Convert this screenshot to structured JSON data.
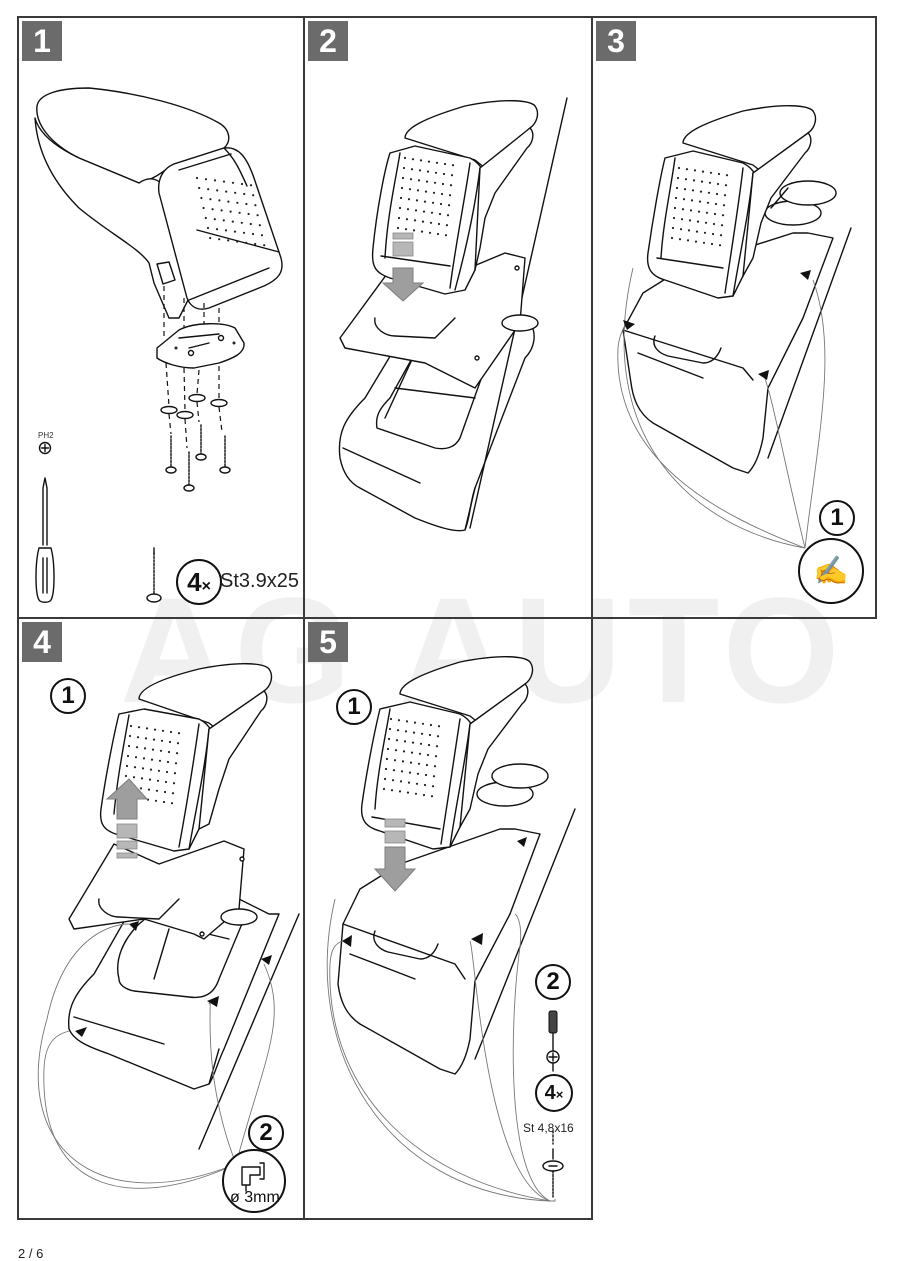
{
  "document": {
    "watermark": "AG AUTO",
    "page_number": "2 / 6"
  },
  "steps": [
    {
      "number": "1",
      "tool_label": "PH2",
      "screw_quantity": "4",
      "quantity_suffix": "×",
      "screw_spec": "St3.9x25",
      "description_icons": [
        "armrest-icon",
        "mounting-bracket-icon",
        "washer-icon",
        "screw-icon",
        "phillips-screwdriver-icon"
      ]
    },
    {
      "number": "2",
      "description_icons": [
        "armrest-icon",
        "down-arrow-icon",
        "bracket-plate-icon",
        "center-console-icon"
      ]
    },
    {
      "number": "3",
      "substep": "1",
      "description_icons": [
        "armrest-icon",
        "center-console-icon",
        "marking-pen-icon",
        "mark-point-arrow-icon"
      ]
    },
    {
      "number": "4",
      "substep_1": "1",
      "substep_2": "2",
      "drill_spec": "ø 3mm",
      "description_icons": [
        "armrest-icon",
        "up-arrow-icon",
        "center-console-icon",
        "drill-icon"
      ]
    },
    {
      "number": "5",
      "substep_1": "1",
      "substep_2": "2",
      "screw_quantity": "4",
      "quantity_suffix": "×",
      "screw_spec": "St 4,8x16",
      "description_icons": [
        "armrest-icon",
        "down-arrow-icon",
        "center-console-icon",
        "screwdriver-icon",
        "flange-screw-icon"
      ]
    }
  ],
  "colors": {
    "badge": "#6b6b6b",
    "border": "#3a3a3a",
    "arrow": "#9e9e9e",
    "watermark": "#f0f0f0"
  }
}
